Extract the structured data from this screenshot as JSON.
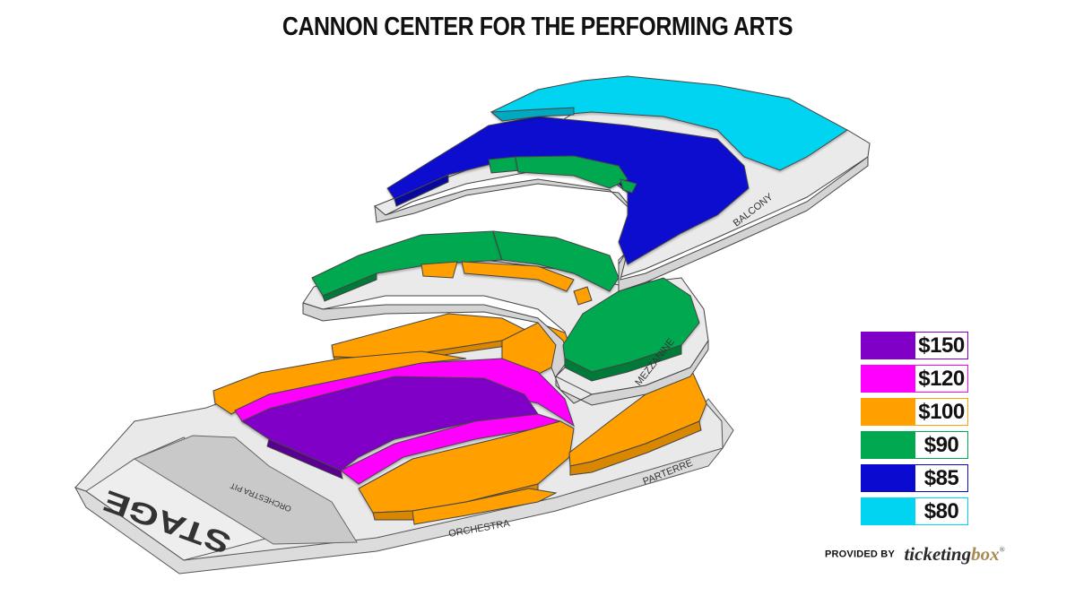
{
  "title": "CANNON CENTER FOR THE PERFORMING ARTS",
  "labels": {
    "stage": "STAGE",
    "orchestra_pit": "ORCHESTRA PIT",
    "orchestra": "ORCHESTRA",
    "parterre": "PARTERRE",
    "mezzanine": "MEZZANINE",
    "balcony": "BALCONY"
  },
  "colors": {
    "purple": "#8000c8",
    "magenta": "#ff00ff",
    "orange": "#ff9f00",
    "green": "#00a850",
    "blue": "#0a0ad0",
    "cyan": "#00d4f0",
    "floor": "#e8e8e8",
    "pit": "#c8c8c8"
  },
  "legend": [
    {
      "price": "$150",
      "color": "#8000c8"
    },
    {
      "price": "$120",
      "color": "#ff00ff"
    },
    {
      "price": "$100",
      "color": "#ff9f00"
    },
    {
      "price": "$90",
      "color": "#00a850"
    },
    {
      "price": "$85",
      "color": "#0a0ad0"
    },
    {
      "price": "$80",
      "color": "#00d4f0"
    }
  ],
  "provided_by": "PROVIDED BY",
  "brand_part1": "ticketing",
  "brand_part2": "box",
  "brand_reg": "®"
}
